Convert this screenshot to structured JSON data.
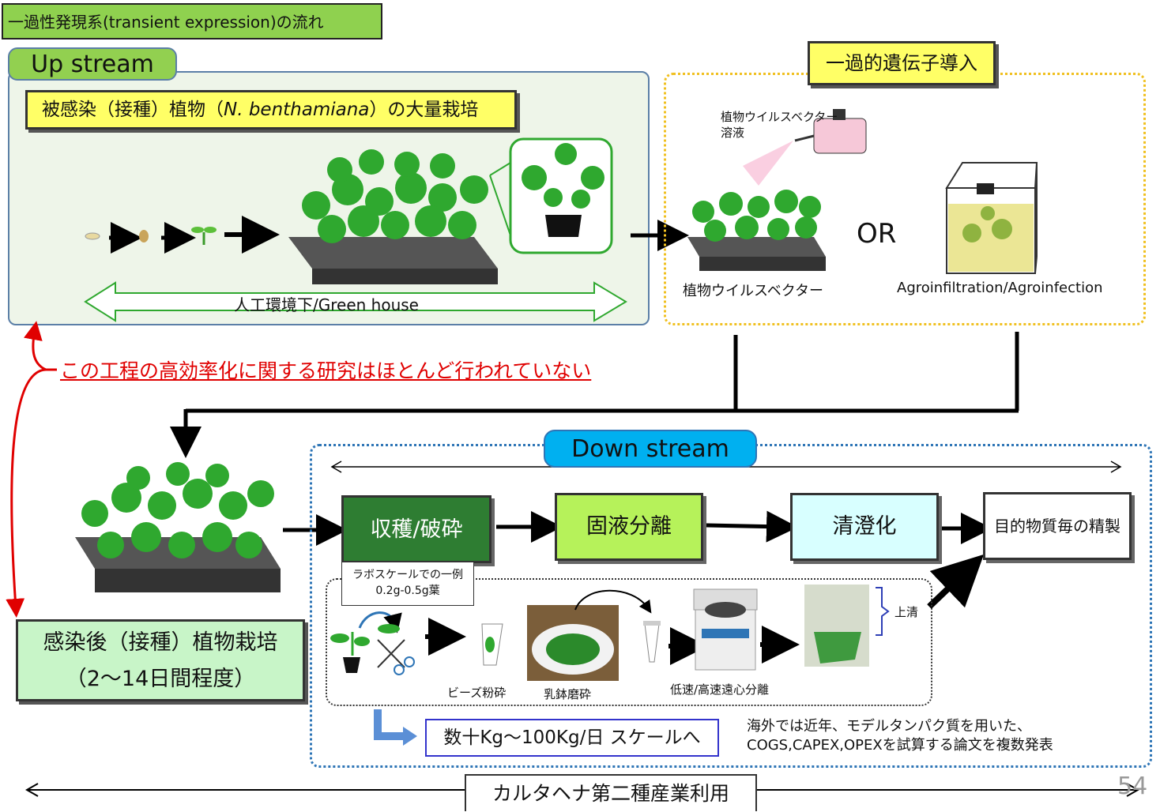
{
  "header": {
    "title": "一過性発現系(transient expression)の流れ"
  },
  "upstream": {
    "tab": "Up stream",
    "cultivation_prefix": "被感染（接種）植物（",
    "cultivation_species": "N. benthamiana",
    "cultivation_suffix": "）の大量栽培",
    "environment": "人工環境下/Green house"
  },
  "gene_transfer": {
    "title": "一過的遺伝子導入",
    "spray_label_1": "植物ウイルスベクター",
    "spray_label_2": "溶液",
    "or": "OR",
    "method_1": "植物ウイルスベクター",
    "method_2": "Agroinfiltration/Agroinfection"
  },
  "research_note": "この工程の高効率化に関する研究はほとんど行われていない",
  "infection": {
    "line1": "感染後（接種）植物栽培",
    "line2": "（2～14日間程度）"
  },
  "downstream": {
    "tab": "Down stream",
    "steps": [
      "収穫/破砕",
      "固液分離",
      "清澄化",
      "目的物質毎の精製"
    ],
    "lab_scale_1": "ラボスケールでの一例",
    "lab_scale_2": "0.2g-0.5g葉",
    "bead": "ビーズ粉砕",
    "mortar": "乳鉢磨砕",
    "centrifuge": "低速/高速遠心分離",
    "supernatant": "上清",
    "scale": "数十Kg～100Kg/日  スケールへ",
    "overseas_1": "海外では近年、モデルタンパク質を用いた、",
    "overseas_2": "COGS,CAPEX,OPEXを試算する論文を複数発表"
  },
  "footer": {
    "label": "カルタヘナ第二種産業利用",
    "page": "54"
  },
  "colors": {
    "green": "#92d050",
    "dark_green": "#2e7d32",
    "yellow": "#ffff66",
    "blue": "#00b0f0",
    "red": "#e00000"
  }
}
